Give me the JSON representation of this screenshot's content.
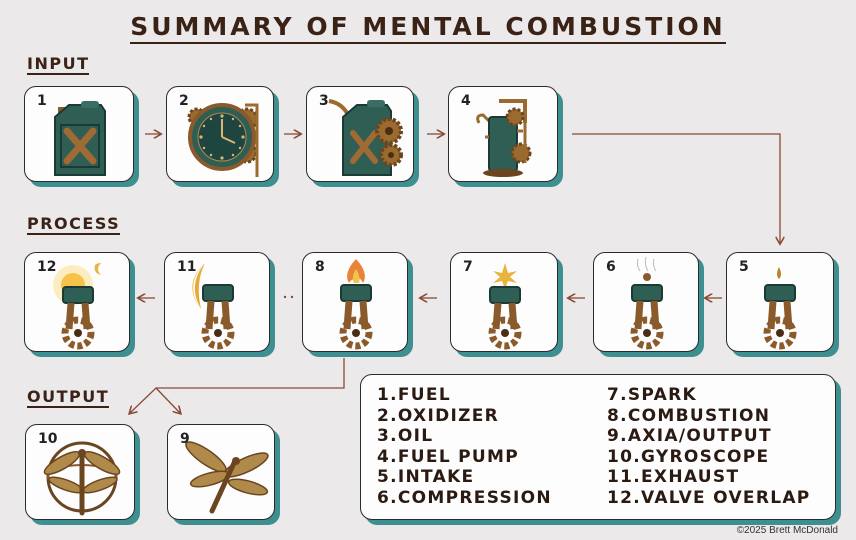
{
  "title": "SUMMARY OF MENTAL COMBUSTION",
  "sections": {
    "input": "INPUT",
    "process": "PROCESS",
    "output": "OUTPUT"
  },
  "cards": [
    {
      "number": "1",
      "icon": "fuel-can-icon"
    },
    {
      "number": "2",
      "icon": "clock-gears-icon"
    },
    {
      "number": "3",
      "icon": "oil-can-gears-icon"
    },
    {
      "number": "4",
      "icon": "fuel-pump-icon"
    },
    {
      "number": "5",
      "icon": "piston-drop-icon"
    },
    {
      "number": "6",
      "icon": "piston-steam-icon"
    },
    {
      "number": "7",
      "icon": "piston-spark-icon"
    },
    {
      "number": "8",
      "icon": "piston-flame-icon"
    },
    {
      "number": "11",
      "icon": "piston-moon-icon"
    },
    {
      "number": "12",
      "icon": "piston-sun-icon"
    },
    {
      "number": "10",
      "icon": "dragonfly-gyroscope-icon"
    },
    {
      "number": "9",
      "icon": "dragonfly-icon"
    }
  ],
  "legend": {
    "left": [
      "1.FUEL",
      "2.OXIDIZER",
      "3.OIL",
      "4.FUEL PUMP",
      "5.INTAKE",
      "6.COMPRESSION"
    ],
    "right": [
      "7.SPARK",
      "8.COMBUSTION",
      "9.AXIA/OUTPUT",
      "10.GYROSCOPE",
      "11.EXHAUST",
      "12.VALVE OVERLAP"
    ]
  },
  "copyright": "©2025 Brett McDonald",
  "colors": {
    "background": "#ebe9e9",
    "card_shadow": "#3e8f8f",
    "text": "#3a2216",
    "arrow": "#8a4a34",
    "brass": "#9a6a2e",
    "teal": "#2f5e55"
  }
}
